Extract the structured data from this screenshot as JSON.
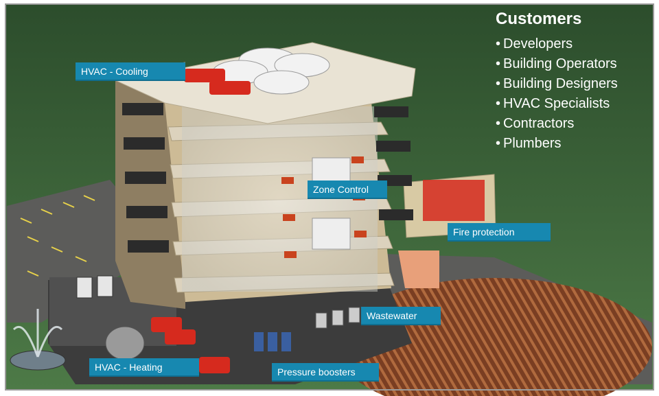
{
  "customers": {
    "title": "Customers",
    "items": [
      "Developers",
      "Building Operators",
      "Building Designers",
      "HVAC Specialists",
      "Contractors",
      "Plumbers"
    ]
  },
  "labels": {
    "hvac_cooling": "HVAC  - Cooling",
    "zone_control": "Zone Control",
    "fire_protection": "Fire protection",
    "wastewater": "Wastewater",
    "hvac_heating": "HVAC  - Heating",
    "pressure_boosters": "Pressure boosters"
  },
  "colors": {
    "background": "#3f6b3f",
    "label_bg": "#1788b0",
    "pump_red": "#d62a1e",
    "building_wall": "#d9c9a8",
    "parking_lot": "#5a5a58",
    "field_brown": "#8a4a2a"
  }
}
